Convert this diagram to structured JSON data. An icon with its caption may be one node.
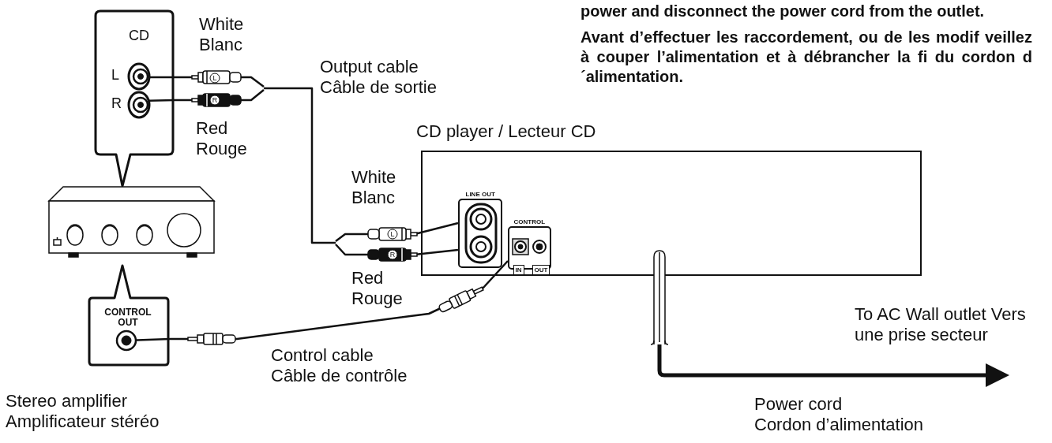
{
  "diagram": {
    "nodes": [
      {
        "text": [
          "CD"
        ]
      },
      {
        "text": [],
        "shape": "picture"
      },
      {
        "text": [
          "CONTROL OUT"
        ]
      },
      {
        "text": [
          "CD player / Lecteur CD"
        ]
      },
      {
        "text": [
          "LINE OUT"
        ],
        "in": 3
      },
      {
        "text": [
          "CONTROL",
          "IN",
          "OUT"
        ],
        "in": 3
      }
    ],
    "edges": [
      {
        "from": 0,
        "to": 4,
        "arrow": "none",
        "label": "Output cable Câble de sortie"
      },
      {
        "from": 2,
        "to": 5,
        "arrow": "none",
        "label": "Control cable Câble de contrôle"
      },
      {
        "from": 3,
        "to": null,
        "arrow": "to",
        "label": "Power cord Cordon d’alimentation",
        "style": "thick"
      }
    ],
    "labels": [
      "power and disconnect the power cord from the outlet.",
      "Avant d’effectuer les raccordement, ou de les modif veillez à couper l’alimentation et à débrancher la fi du cordon d´alimentation.",
      "L",
      "R",
      "White Blanc",
      "Red Rouge",
      "L",
      "R",
      "White Blanc",
      "L",
      "R",
      "Red Rouge",
      "To AC Wall outlet Vers une prise secteur",
      "Stereo amplifier Amplificateur stéréo"
    ]
  }
}
